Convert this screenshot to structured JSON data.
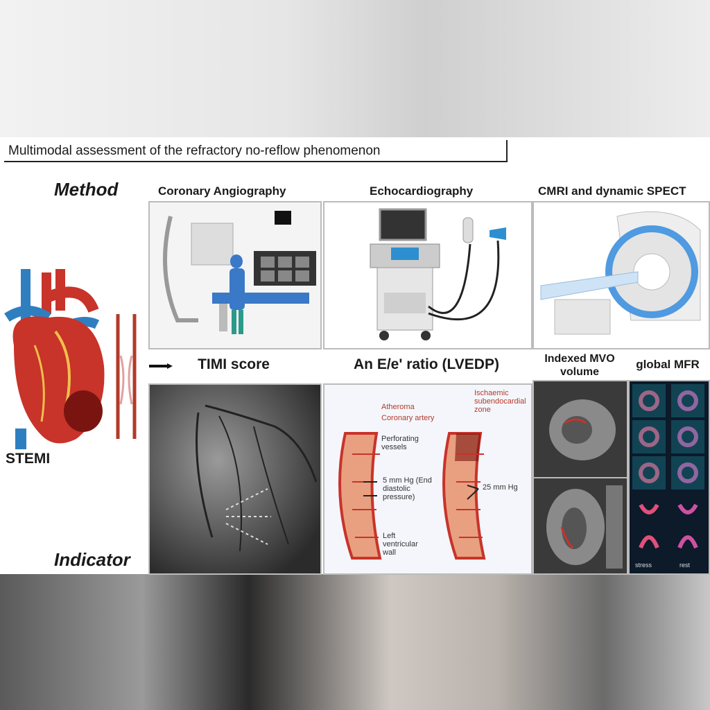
{
  "title": "Multimodal assessment of the refractory no-reflow phenomenon",
  "row_labels": {
    "method": "Method",
    "indicator": "Indicator"
  },
  "left": {
    "condition": "STEMI"
  },
  "methods": [
    {
      "name": "Coronary Angiography",
      "indicator": "TIMI score"
    },
    {
      "name": "Echocardiography",
      "indicator": "An E/e' ratio (LVEDP)"
    },
    {
      "name": "CMRI and dynamic SPECT",
      "indicators": [
        "Indexed MVO volume",
        "global MFR"
      ]
    }
  ],
  "echo_labels": {
    "atheroma": "Atheroma",
    "coronary_artery": "Coronary artery",
    "perforating": "Perforating vessels",
    "pressure_low": "5 mm Hg (End diastolic pressure)",
    "pressure_high": "25 mm Hg",
    "ischaemic": "Ischaemic subendocardial zone",
    "lv_wall": "Left ventricular wall"
  },
  "spect_labels": {
    "stress": "stress",
    "rest": "rest"
  },
  "colors": {
    "artery_red": "#c8332a",
    "vein_blue": "#2f7fc0",
    "wall_orange": "#d9683a",
    "spect_teal": "#1f8fa0"
  }
}
